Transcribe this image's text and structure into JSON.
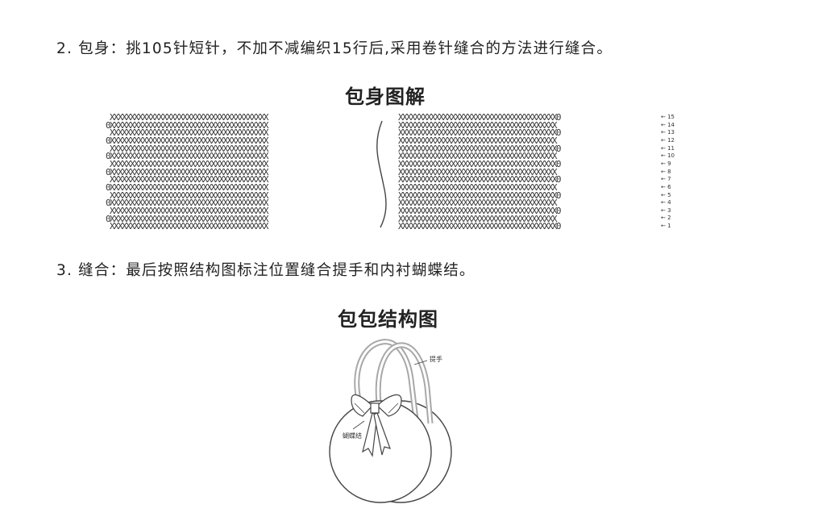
{
  "steps": {
    "step2": "2. 包身：挑105针短针，不加不减编织15行后,采用卷针缝合的方法进行缝合。",
    "step3": "3. 缝合：最后按照结构图标注位置缝合提手和内衬蝴蝶结。"
  },
  "diagram_body": {
    "title": "包身图解",
    "rows": 15,
    "row_labels": [
      "15",
      "14",
      "13",
      "12",
      "11",
      "10",
      "9",
      "8",
      "7",
      "6",
      "5",
      "4",
      "3",
      "2",
      "1"
    ]
  },
  "diagram_structure": {
    "title": "包包结构图",
    "label_handle": "提手",
    "label_bow": "蝴蝶结"
  },
  "icons": {
    "break": "break-curve-icon",
    "bag": "bag-illustration-icon"
  }
}
